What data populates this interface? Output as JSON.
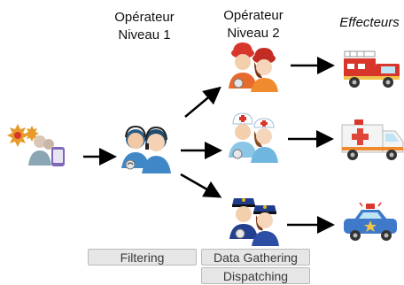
{
  "titles": {
    "level1": "Opérateur\nNiveau 1",
    "level2": "Opérateur\nNiveau 2",
    "effectors": "Effecteurs"
  },
  "tags": {
    "filtering": "Filtering",
    "gathering": "Data Gathering",
    "dispatching": "Dispatching"
  },
  "icons": {
    "caller": "caller-emergency-icon",
    "operator1": "call-center-operators-icon",
    "firefighters": "firefighters-icon",
    "medics": "medics-icon",
    "police": "police-officers-icon",
    "fire_truck": "fire-truck-icon",
    "ambulance": "ambulance-icon",
    "police_car": "police-car-icon"
  },
  "colors": {
    "arrow": "#000000",
    "fire_red": "#d9362b",
    "headset_blue": "#2b5d86",
    "police_blue": "#1f3c8a",
    "tag_bg": "#e6e6e6"
  }
}
